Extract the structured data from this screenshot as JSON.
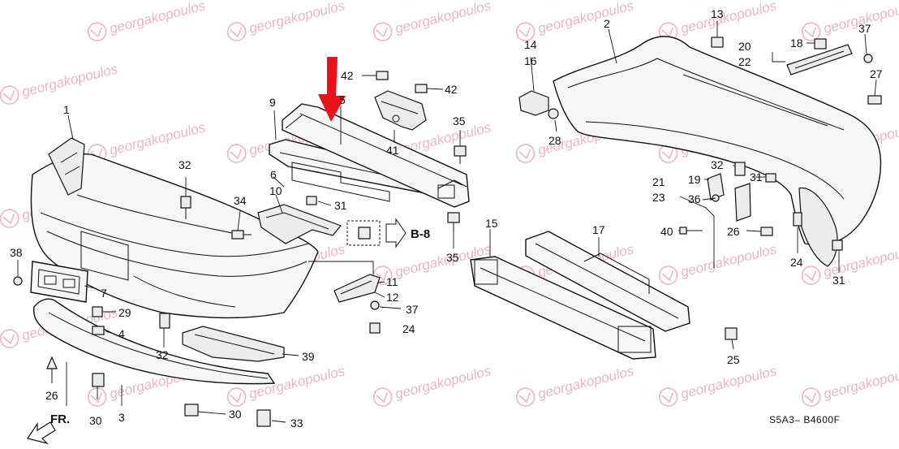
{
  "diagram": {
    "code": "S5A3– B4600F",
    "ref_label": "B-8",
    "direction_label": "FR.",
    "accent_arrow_color": "#e8141a",
    "watermark_color": "#e8a9b8"
  },
  "watermark": {
    "text": "georgakopoulos"
  },
  "labels": [
    {
      "id": "l1",
      "text": "1"
    },
    {
      "id": "l2",
      "text": "2"
    },
    {
      "id": "l3",
      "text": "3"
    },
    {
      "id": "l4",
      "text": "4"
    },
    {
      "id": "l5",
      "text": "5"
    },
    {
      "id": "l6",
      "text": "6"
    },
    {
      "id": "l7",
      "text": "7"
    },
    {
      "id": "l9",
      "text": "9"
    },
    {
      "id": "l10",
      "text": "10"
    },
    {
      "id": "l11",
      "text": "11"
    },
    {
      "id": "l12",
      "text": "12"
    },
    {
      "id": "l13",
      "text": "13"
    },
    {
      "id": "l14",
      "text": "14"
    },
    {
      "id": "l15",
      "text": "15"
    },
    {
      "id": "l16",
      "text": "16"
    },
    {
      "id": "l17",
      "text": "17"
    },
    {
      "id": "l18",
      "text": "18"
    },
    {
      "id": "l19",
      "text": "19"
    },
    {
      "id": "l20",
      "text": "20"
    },
    {
      "id": "l21",
      "text": "21"
    },
    {
      "id": "l22",
      "text": "22"
    },
    {
      "id": "l23",
      "text": "23"
    },
    {
      "id": "l24a",
      "text": "24"
    },
    {
      "id": "l24b",
      "text": "24"
    },
    {
      "id": "l25",
      "text": "25"
    },
    {
      "id": "l26a",
      "text": "26"
    },
    {
      "id": "l26b",
      "text": "26"
    },
    {
      "id": "l27",
      "text": "27"
    },
    {
      "id": "l28",
      "text": "28"
    },
    {
      "id": "l29",
      "text": "29"
    },
    {
      "id": "l30a",
      "text": "30"
    },
    {
      "id": "l30b",
      "text": "30"
    },
    {
      "id": "l31a",
      "text": "31"
    },
    {
      "id": "l31b",
      "text": "31"
    },
    {
      "id": "l31c",
      "text": "31"
    },
    {
      "id": "l32a",
      "text": "32"
    },
    {
      "id": "l32b",
      "text": "32"
    },
    {
      "id": "l32c",
      "text": "32"
    },
    {
      "id": "l33",
      "text": "33"
    },
    {
      "id": "l34",
      "text": "34"
    },
    {
      "id": "l35a",
      "text": "35"
    },
    {
      "id": "l35b",
      "text": "35"
    },
    {
      "id": "l36",
      "text": "36"
    },
    {
      "id": "l37a",
      "text": "37"
    },
    {
      "id": "l37b",
      "text": "37"
    },
    {
      "id": "l38",
      "text": "38"
    },
    {
      "id": "l39",
      "text": "39"
    },
    {
      "id": "l40",
      "text": "40"
    },
    {
      "id": "l41",
      "text": "41"
    },
    {
      "id": "l42a",
      "text": "42"
    },
    {
      "id": "l42b",
      "text": "42"
    }
  ]
}
